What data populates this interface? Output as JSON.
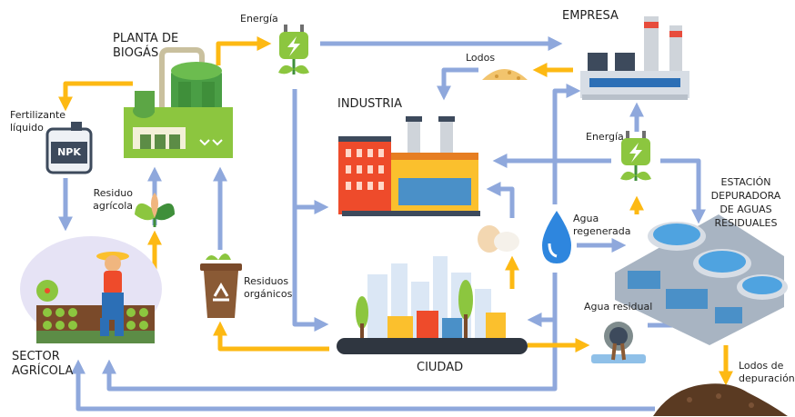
{
  "labels": {
    "planta_biogas": "PLANTA DE\nBIOGÁS",
    "energia_top": "Energía",
    "empresa": "EMPRESA",
    "lodos": "Lodos",
    "industria": "INDUSTRIA",
    "fertilizante": "Fertilizante\nlíquido",
    "npk": "NPK",
    "energia_right": "Energía",
    "residuo_agricola": "Residuo\nagrícola",
    "estacion": "ESTACIÓN\nDEPURADORA\nDE AGUAS\nRESIDUALES",
    "agua_regenerada": "Agua\nregenerada",
    "residuos_organicos": "Residuos\norgánicos",
    "agua_residual": "Agua residual",
    "sector_agricola": "SECTOR\nAGRÍCOLA",
    "ciudad": "CIUDAD",
    "lodos_depuracion": "Lodos de\ndepuración"
  },
  "colors": {
    "flow_blue": "#8fa8dc",
    "flow_yellow": "#fdb913",
    "green_dark": "#3f8f3a",
    "green_light": "#8cc63f",
    "factory_red": "#ee4b2b",
    "factory_yellow": "#fbc02d",
    "water_blue": "#2e86de",
    "building_blue": "#4a90c8"
  },
  "icons": [
    "plug-icon",
    "recycle-icon",
    "water-drop-icon",
    "sprout-icon",
    "eggs-icon"
  ]
}
